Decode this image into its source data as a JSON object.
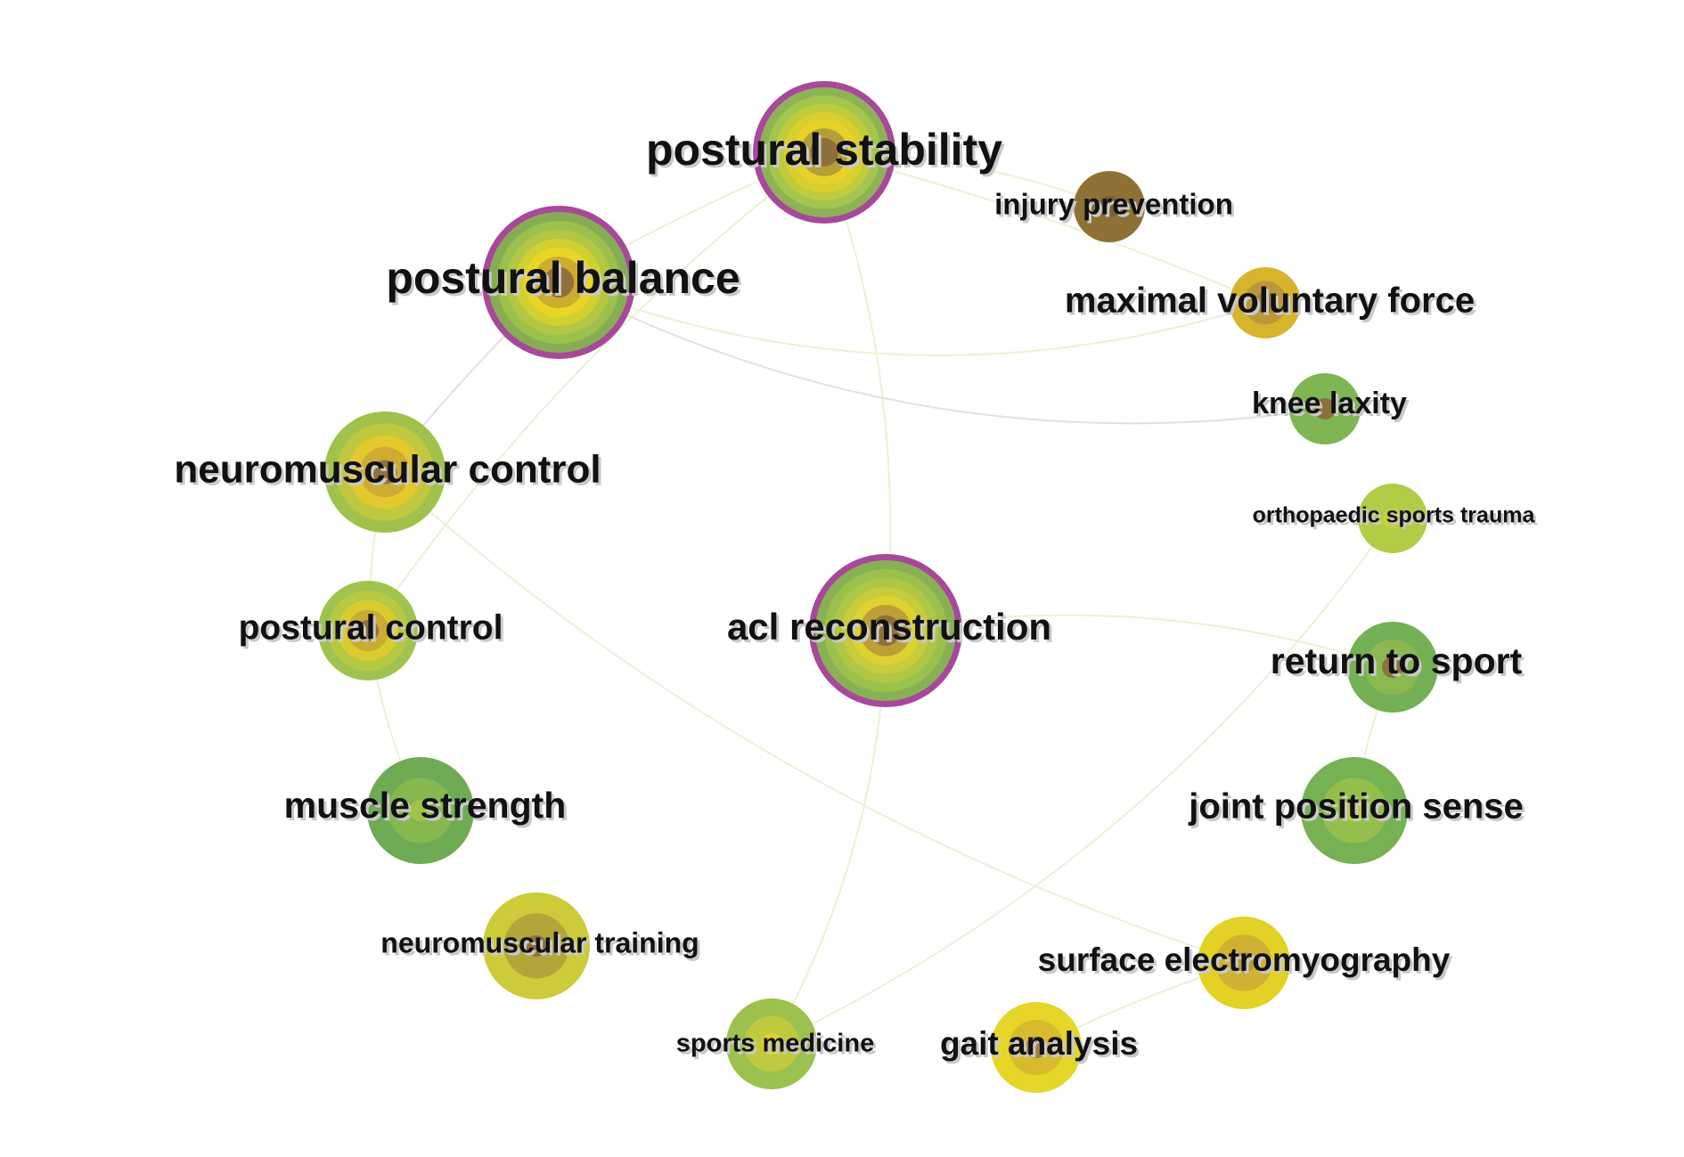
{
  "diagram": {
    "type": "keyword-cooccurrence-network",
    "colors": {
      "burst_ring": "#b45ea8",
      "ring_green": "#86bb4f",
      "ring_lightgreen": "#a7c84e",
      "ring_yellowgreen": "#c3cc3c",
      "ring_yellow": "#e7d52e",
      "core_brown": "#8f6f3e",
      "edge_light": "#ecf1d6",
      "edge_grey": "#e1e1e1"
    },
    "nodes": [
      {
        "id": "postural-stability",
        "label": "postural stability",
        "burst": true,
        "rings": [
          "#a8489b",
          "#8cbd50",
          "#a4c84d",
          "#c1cc3d",
          "#dccf2c",
          "#e8d327",
          "#b09a3a",
          "#8c6b3b"
        ]
      },
      {
        "id": "postural-balance",
        "label": "postural balance",
        "burst": true,
        "rings": [
          "#a8489b",
          "#83b64f",
          "#9dc24c",
          "#b5c843",
          "#d5d030",
          "#ead526",
          "#c9a92e",
          "#8c6b3b"
        ]
      },
      {
        "id": "injury-prevention",
        "label": "injury prevention",
        "burst": false,
        "rings": [
          "#8f7135",
          "#7d5c36"
        ]
      },
      {
        "id": "maximal-voluntary-force",
        "label": "maximal voluntary force",
        "burst": false,
        "rings": [
          "#d6b52c",
          "#b8973b",
          "#9c7d45"
        ]
      },
      {
        "id": "knee-laxity",
        "label": "knee laxity",
        "burst": false,
        "rings": [
          "#7fb552",
          "#8c6b3b"
        ]
      },
      {
        "id": "neuromuscular-control",
        "label": "neuromuscular control",
        "burst": false,
        "rings": [
          "#9fc24a",
          "#c3c83e",
          "#e6c82c",
          "#cca935",
          "#8c6b3b"
        ]
      },
      {
        "id": "orthopaedic-sports-trauma",
        "label": "orthopaedic sports trauma",
        "burst": false,
        "rings": [
          "#b3cc46",
          "#c7cf3b"
        ]
      },
      {
        "id": "postural-control",
        "label": "postural control",
        "burst": false,
        "rings": [
          "#9fc44d",
          "#b9c842",
          "#dccc2f",
          "#c9a935",
          "#8c6b3b"
        ]
      },
      {
        "id": "acl-reconstruction",
        "label": "acl reconstruction",
        "burst": true,
        "rings": [
          "#a8489b",
          "#86bb4f",
          "#9cc24d",
          "#b2c744",
          "#c8cc3b",
          "#ded22f",
          "#b89a3a",
          "#8c6b3b"
        ]
      },
      {
        "id": "return-to-sport",
        "label": "return to sport",
        "burst": false,
        "rings": [
          "#74b055",
          "#8dba4f",
          "#8c6b3b"
        ]
      },
      {
        "id": "muscle-strength",
        "label": "muscle strength",
        "burst": false,
        "rings": [
          "#6fab55",
          "#88b94f",
          "#a3c44a"
        ]
      },
      {
        "id": "joint-position-sense",
        "label": "joint position sense",
        "burst": false,
        "rings": [
          "#76b154",
          "#98c04c",
          "#c6cf3c"
        ]
      },
      {
        "id": "neuromuscular-training",
        "label": "neuromuscular training",
        "burst": false,
        "rings": [
          "#cccc3a",
          "#b0a33c",
          "#8c6b3b"
        ]
      },
      {
        "id": "surface-electromyography",
        "label": "surface electromyography",
        "burst": false,
        "rings": [
          "#e3d225",
          "#cfae33",
          "#b69a3c"
        ]
      },
      {
        "id": "sports-medicine",
        "label": "sports medicine",
        "burst": false,
        "rings": [
          "#9bc24c",
          "#c3cb3d",
          "#e4d127"
        ]
      },
      {
        "id": "gait-analysis",
        "label": "gait analysis",
        "burst": false,
        "rings": [
          "#e5d629",
          "#d6b82e",
          "#9d7d40"
        ]
      }
    ],
    "edges": [
      {
        "from": "postural-stability",
        "to": "injury-prevention"
      },
      {
        "from": "postural-stability",
        "to": "maximal-voluntary-force"
      },
      {
        "from": "postural-stability",
        "to": "postural-control"
      },
      {
        "from": "postural-stability",
        "to": "acl-reconstruction"
      },
      {
        "from": "postural-stability",
        "to": "postural-balance"
      },
      {
        "from": "postural-balance",
        "to": "maximal-voluntary-force"
      },
      {
        "from": "postural-balance",
        "to": "knee-laxity"
      },
      {
        "from": "postural-balance",
        "to": "neuromuscular-control"
      },
      {
        "from": "neuromuscular-control",
        "to": "postural-control"
      },
      {
        "from": "neuromuscular-control",
        "to": "surface-electromyography"
      },
      {
        "from": "postural-control",
        "to": "muscle-strength"
      },
      {
        "from": "acl-reconstruction",
        "to": "return-to-sport"
      },
      {
        "from": "acl-reconstruction",
        "to": "sports-medicine"
      },
      {
        "from": "orthopaedic-sports-trauma",
        "to": "sports-medicine"
      },
      {
        "from": "return-to-sport",
        "to": "joint-position-sense"
      },
      {
        "from": "surface-electromyography",
        "to": "gait-analysis"
      }
    ]
  }
}
